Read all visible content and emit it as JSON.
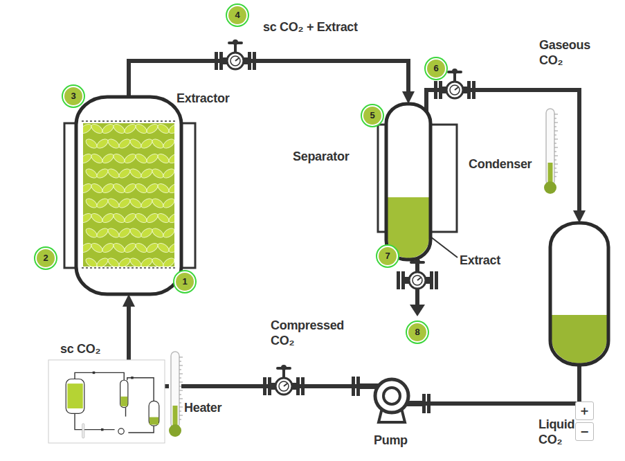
{
  "diagram": {
    "nodes": [
      {
        "text": [
          "Extractor"
        ]
      },
      {
        "text": [
          "Separator"
        ]
      },
      {
        "text": [
          "Liquid CO₂"
        ]
      },
      {
        "text": [
          "Pump"
        ]
      },
      {
        "text": [
          "Heater"
        ]
      }
    ],
    "edges": [
      {
        "from": 0,
        "to": 1,
        "arrow": "to",
        "label": "sc CO₂ + Extract"
      },
      {
        "from": 1,
        "to": 2,
        "arrow": "to",
        "label": "Gaseous CO₂"
      },
      {
        "from": 2,
        "to": 3,
        "arrow": "none"
      },
      {
        "from": 3,
        "to": 4,
        "arrow": "none",
        "label": "Compressed CO₂"
      },
      {
        "from": 4,
        "to": 0,
        "arrow": "to",
        "label": "sc CO₂"
      }
    ],
    "labels": [
      "1",
      "2",
      "3",
      "4",
      "5",
      "6",
      "7",
      "8",
      "Extract",
      "Condenser",
      "+",
      "−"
    ]
  }
}
